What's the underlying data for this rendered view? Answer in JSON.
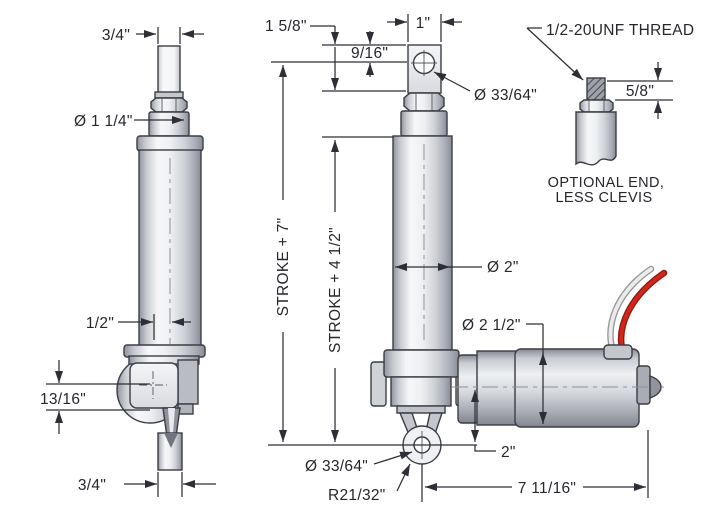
{
  "drawing": {
    "background": "#ffffff",
    "line_color": "#2e2e36",
    "metal_light": "#f6f7f9",
    "metal_dark": "#8f939c",
    "wire_red": "#d22619",
    "wire_white": "#ebebec",
    "side_view": {
      "rod_width": "3/4\"",
      "collar_dia": "Ø 1 1/4\"",
      "tube_wall": "1/2\"",
      "housing_offset": "13/16\"",
      "clevis_thickness": "3/4\""
    },
    "front_view": {
      "clevis_length": "1 5/8\"",
      "hole_offset": "9/16\"",
      "clevis_width": "1\"",
      "rod_end_hole_dia": "Ø 33/64\"",
      "retracted_pin_to_pin": "STROKE + 7\"",
      "retracted_tube": "STROKE + 4 1/2\"",
      "tube_dia": "Ø 2\"",
      "motor_dia": "Ø 2 1/2\"",
      "base_hole_dia": "Ø 33/64\"",
      "eye_radius": "R21/32\"",
      "motor_offset": "2\"",
      "motor_length": "7 11/16\""
    },
    "detail_view": {
      "thread_spec": "1/2-20UNF THREAD",
      "thread_length": "5/8\"",
      "caption_line1": "OPTIONAL END,",
      "caption_line2": "LESS CLEVIS"
    }
  }
}
